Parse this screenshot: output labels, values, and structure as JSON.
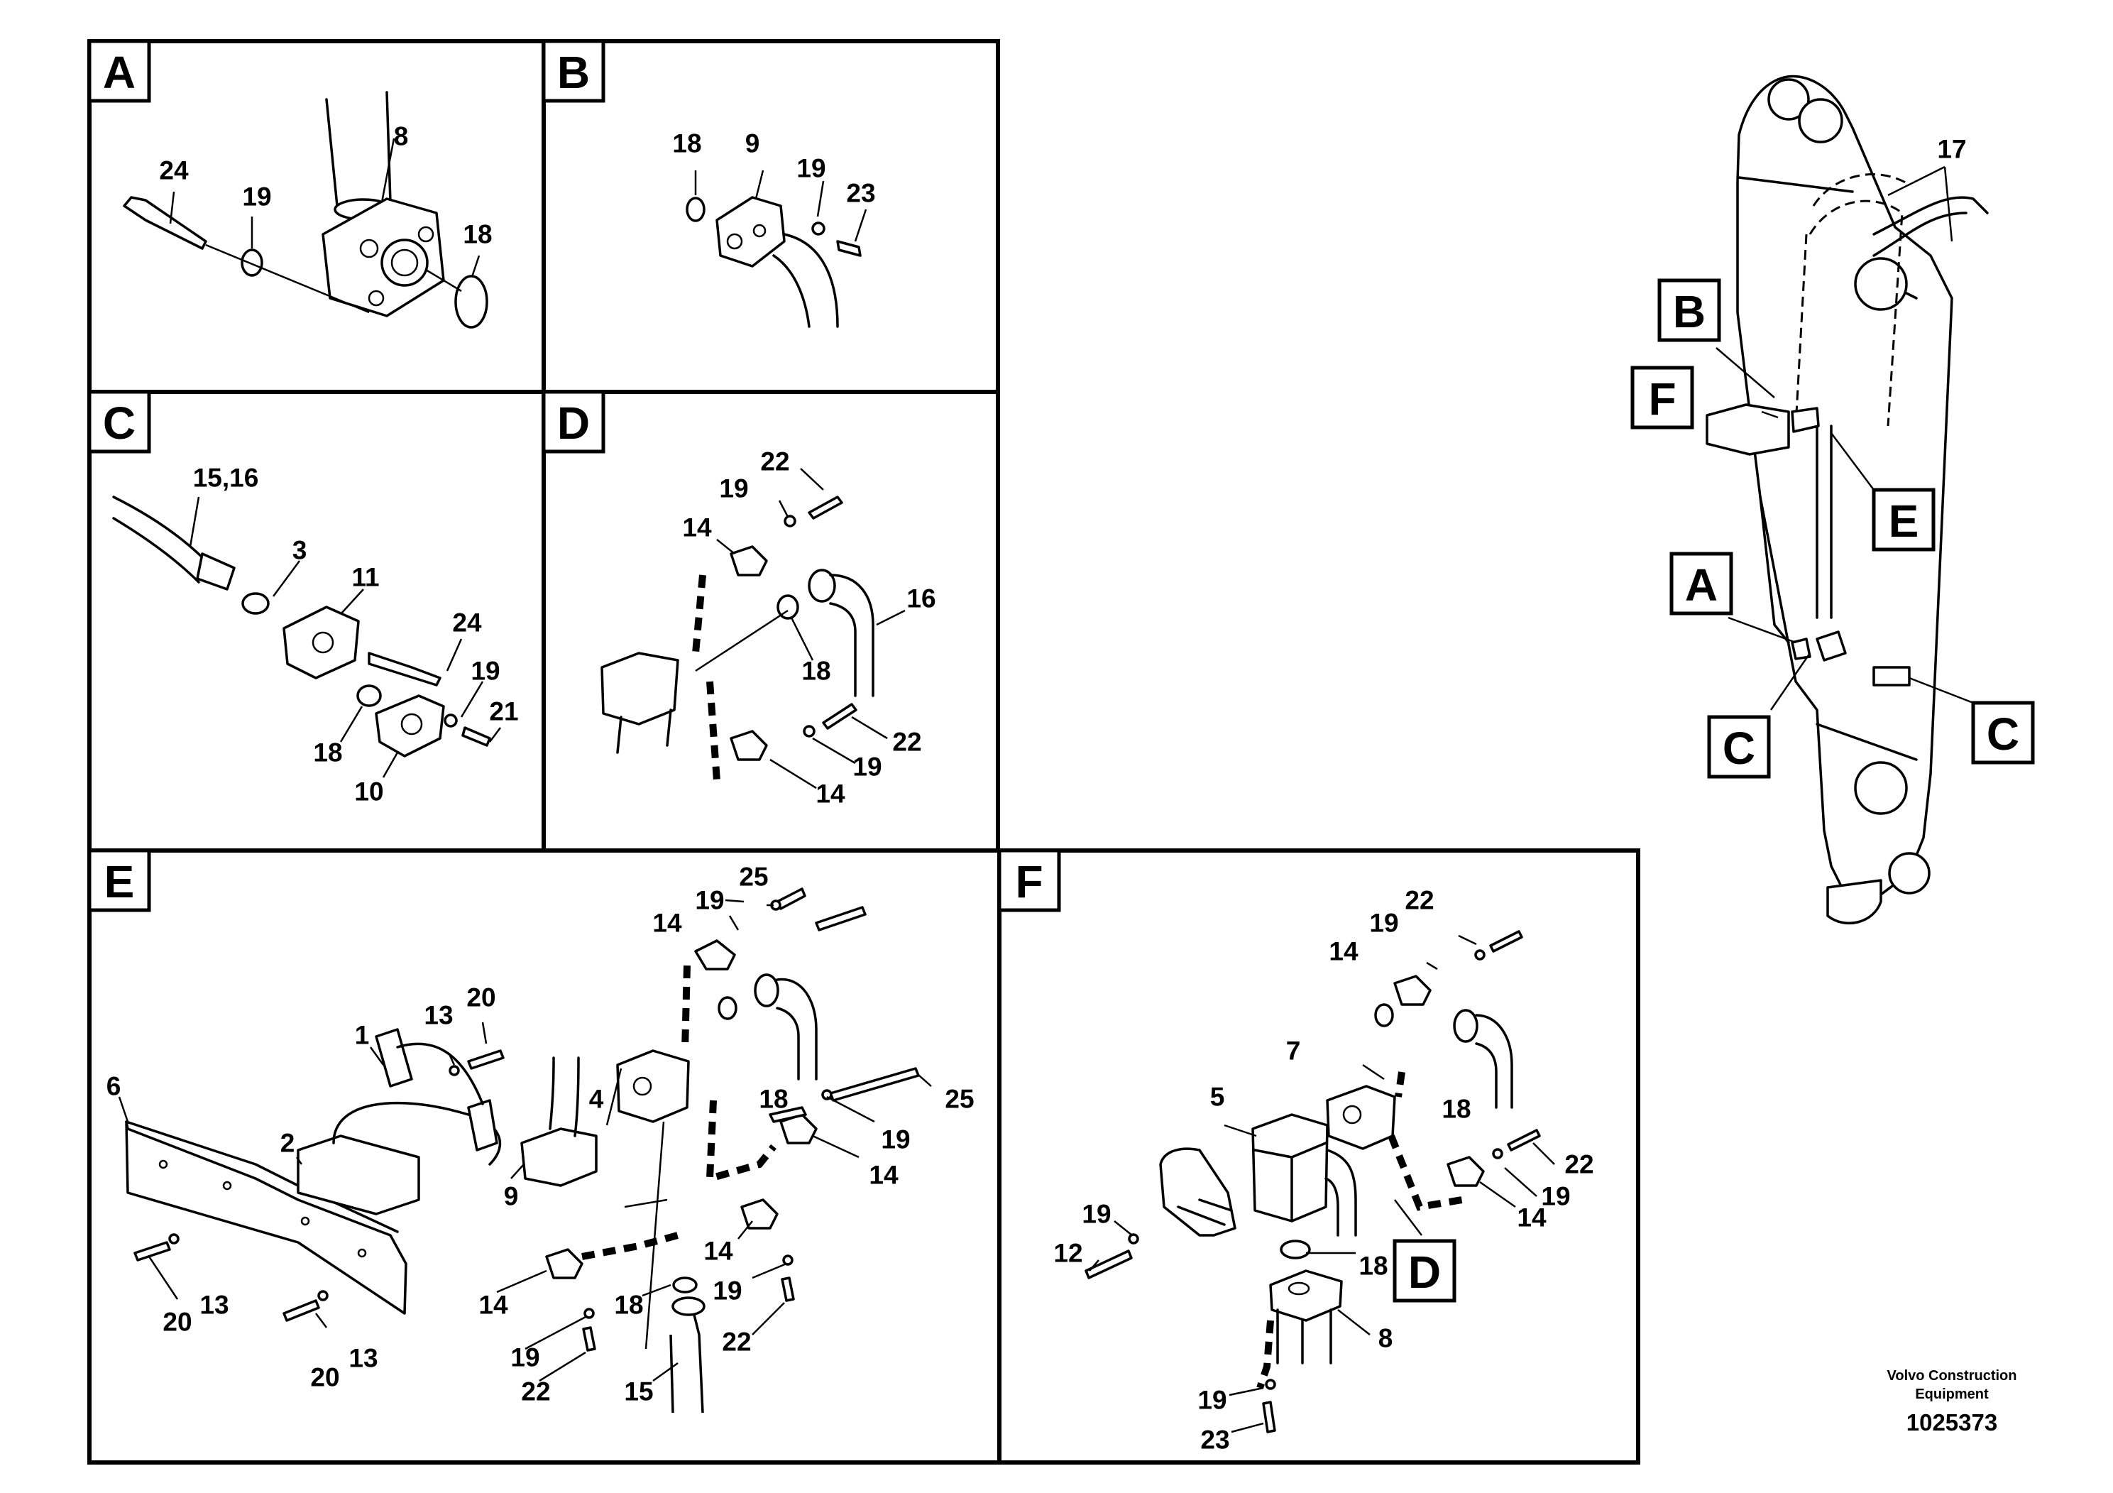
{
  "panels": [
    {
      "tag": "A",
      "numbers": [
        "8",
        "24",
        "19",
        "18"
      ]
    },
    {
      "tag": "B",
      "numbers": [
        "18",
        "9",
        "19",
        "23"
      ]
    },
    {
      "tag": "C",
      "numbers": [
        "15,16",
        "3",
        "11",
        "24",
        "19",
        "21",
        "18",
        "10"
      ]
    },
    {
      "tag": "D",
      "numbers": [
        "22",
        "19",
        "14",
        "16",
        "18",
        "22",
        "19",
        "14"
      ]
    },
    {
      "tag": "E",
      "numbers": [
        "19",
        "25",
        "14",
        "13",
        "20",
        "1",
        "4",
        "18",
        "25",
        "2",
        "6",
        "19",
        "14",
        "9",
        "14",
        "13",
        "20",
        "14",
        "18",
        "19",
        "13",
        "20",
        "19",
        "22",
        "22",
        "15"
      ]
    },
    {
      "tag": "F",
      "numbers": [
        "22",
        "19",
        "14",
        "7",
        "18",
        "5",
        "22",
        "19",
        "14",
        "19",
        "12",
        "18",
        "8",
        "19",
        "23"
      ]
    }
  ],
  "overview": {
    "numbers": [
      "17"
    ],
    "tags": [
      "B",
      "F",
      "E",
      "A",
      "C",
      "C"
    ]
  },
  "inset_tag": "D",
  "footer": {
    "brand": "Volvo Construction\nEquipment",
    "drawing_number": "1025373"
  }
}
